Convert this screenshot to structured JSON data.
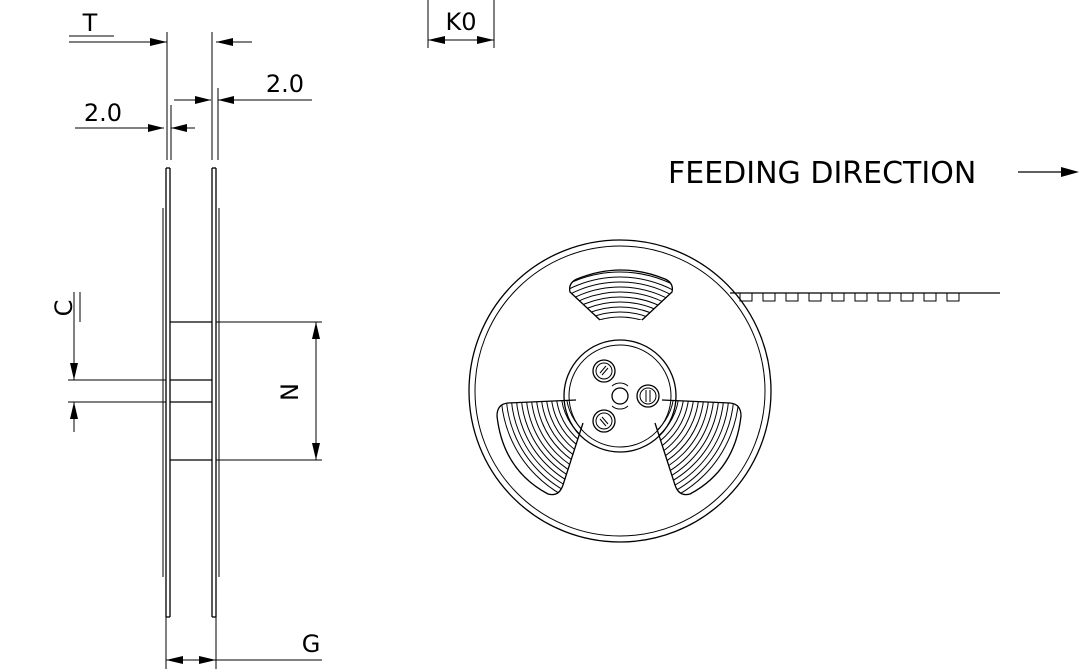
{
  "labels": {
    "t": "T",
    "ko": "K0",
    "w_right": "2.0",
    "w_left": "2.0",
    "c": "C",
    "n": "N",
    "g": "G",
    "feeding": "FEEDING DIRECTION"
  },
  "colors": {
    "line": "#000000",
    "background": "#ffffff"
  },
  "icons": {
    "feeding_arrow": "arrow-right-icon"
  }
}
